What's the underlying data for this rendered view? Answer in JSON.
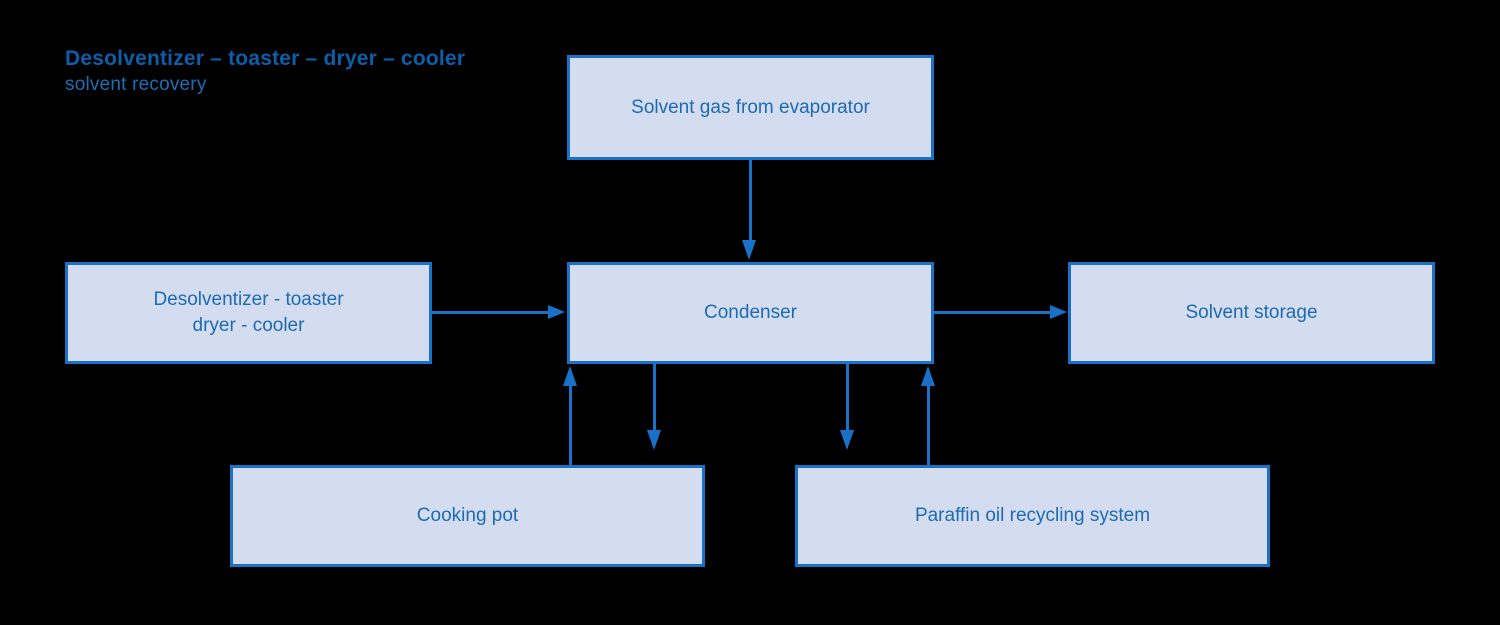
{
  "diagram": {
    "title_line1": "Desolventizer – toaster – dryer – cooler",
    "title_line2": "solvent recovery",
    "colors": {
      "background": "#000000",
      "node_fill": "#d4dcef",
      "node_border": "#1a72c8",
      "node_text": "#1d6bb0",
      "title_bold": "#0b5ea8",
      "title_regular": "#1a6fb5",
      "connector": "#1a72c8"
    },
    "nodes": [
      {
        "id": "solvent-gas",
        "label": "Solvent gas from evaporator"
      },
      {
        "id": "desolventizer",
        "label_line1": "Desolventizer - toaster",
        "label_line2": "dryer - cooler"
      },
      {
        "id": "condenser",
        "label": "Condenser"
      },
      {
        "id": "solvent-storage",
        "label": "Solvent storage"
      },
      {
        "id": "cooking-pot",
        "label": "Cooking pot"
      },
      {
        "id": "paraffin",
        "label": "Paraffin oil recycling system"
      }
    ],
    "edges": [
      {
        "from": "solvent-gas",
        "to": "condenser",
        "direction": "down"
      },
      {
        "from": "desolventizer",
        "to": "condenser",
        "direction": "right"
      },
      {
        "from": "condenser",
        "to": "solvent-storage",
        "direction": "right"
      },
      {
        "from": "cooking-pot",
        "to": "condenser",
        "direction": "up"
      },
      {
        "from": "condenser",
        "to": "cooking-pot",
        "direction": "down"
      },
      {
        "from": "condenser",
        "to": "paraffin",
        "direction": "down"
      },
      {
        "from": "paraffin",
        "to": "condenser",
        "direction": "up"
      }
    ]
  }
}
